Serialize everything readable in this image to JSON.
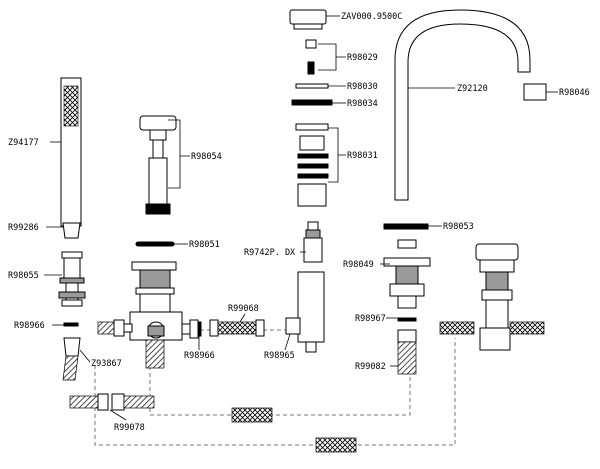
{
  "labels": {
    "zav": "ZAV000.9500C",
    "r98029": "R98029",
    "r98030": "R98030",
    "r98034": "R98034",
    "r98031": "R98031",
    "z92120": "Z92120",
    "r98046": "R98046",
    "z94177": "Z94177",
    "r98054": "R98054",
    "r99286": "R99286",
    "r98051": "R98051",
    "r98055": "R98055",
    "r98966a": "R98966",
    "r98966b": "R98966",
    "z93867": "Z93867",
    "r99078": "R99078",
    "r99068": "R99068",
    "r98965": "R98965",
    "r9742p": "R9742P. DX",
    "r98053": "R98053",
    "r98049": "R98049",
    "r98967": "R98967",
    "r99082": "R99082"
  },
  "colors": {
    "line": "#000000",
    "hose_hatch": "#000000",
    "dashed_connector": "#777777",
    "metal_grey": "#9a9a9a"
  }
}
